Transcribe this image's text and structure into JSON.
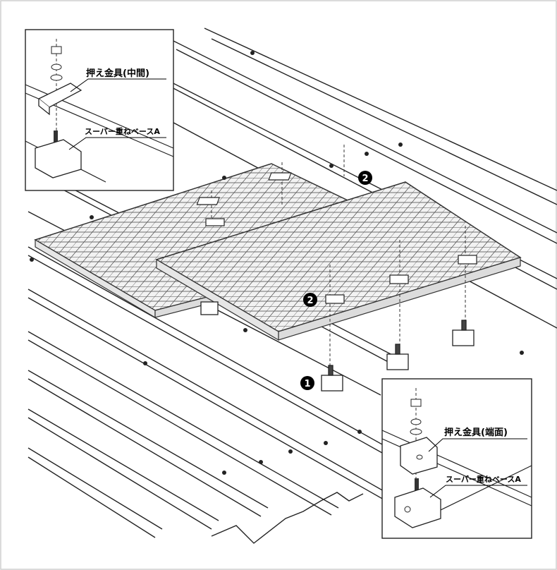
{
  "inset_top_left": {
    "label_clamp": "押え金具(中間)",
    "label_base": "スーパー重ねベースA"
  },
  "inset_bottom_right": {
    "label_clamp": "押え金具(端面)",
    "label_base": "スーパー重ねベースA"
  },
  "callouts": {
    "one": "1",
    "two": "2"
  },
  "colors": {
    "line": "#1a1a1a",
    "panel_fill": "#f4f4f4",
    "callout_fill": "#000000"
  },
  "icons": {
    "callout_marker": "filled-circle-number"
  }
}
